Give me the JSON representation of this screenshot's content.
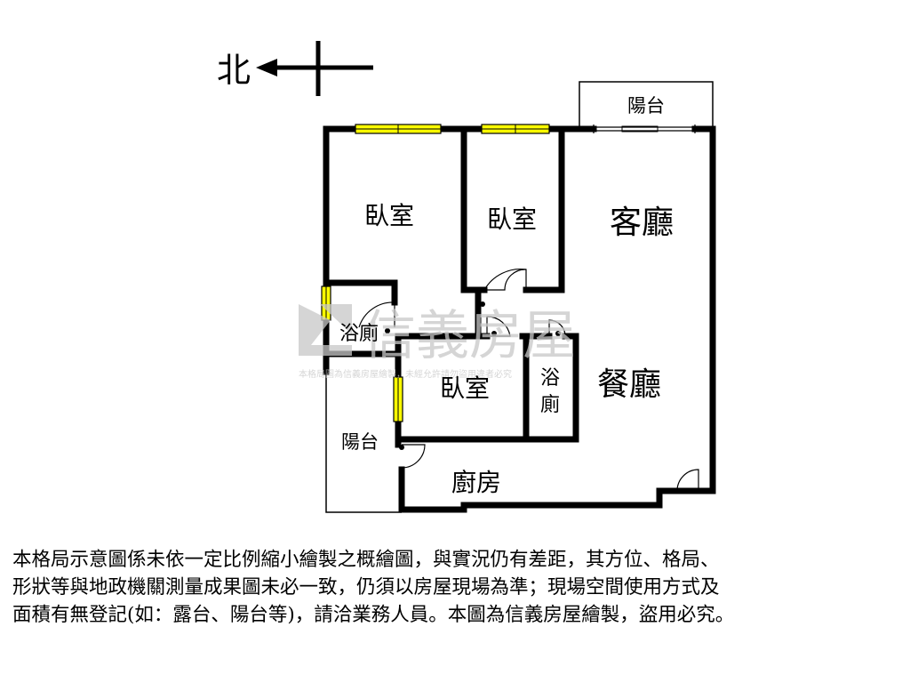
{
  "compass": {
    "label": "北"
  },
  "rooms": {
    "bedroom_1": "臥室",
    "bedroom_2": "臥室",
    "bedroom_3": "臥室",
    "living_room": "客廳",
    "dining_room": "餐廳",
    "kitchen": "廚房",
    "bathroom_1": "浴廁",
    "bathroom_2_line1": "浴",
    "bathroom_2_line2": "廁",
    "balcony_top": "陽台",
    "balcony_left": "陽台"
  },
  "watermark": {
    "brand": "信義房屋",
    "small": "本格局圖為信義房屋繪製，未經允許請勿盜用違者必究"
  },
  "disclaimer": {
    "line1": "本格局示意圖係未依一定比例縮小繪製之概繪圖，與實況仍有差距，其方位、格局、",
    "line2": "形狀等與地政機關測量成果圖未必一致，仍須以房屋現場為準；現場空間使用方式及",
    "line3": "面積有無登記(如：露台、陽台等)，請洽業務人員。本圖為信義房屋繪製，盜用必究。"
  },
  "colors": {
    "wall": "#000000",
    "window": "#ffff00",
    "watermark": "#c8c8c8"
  }
}
